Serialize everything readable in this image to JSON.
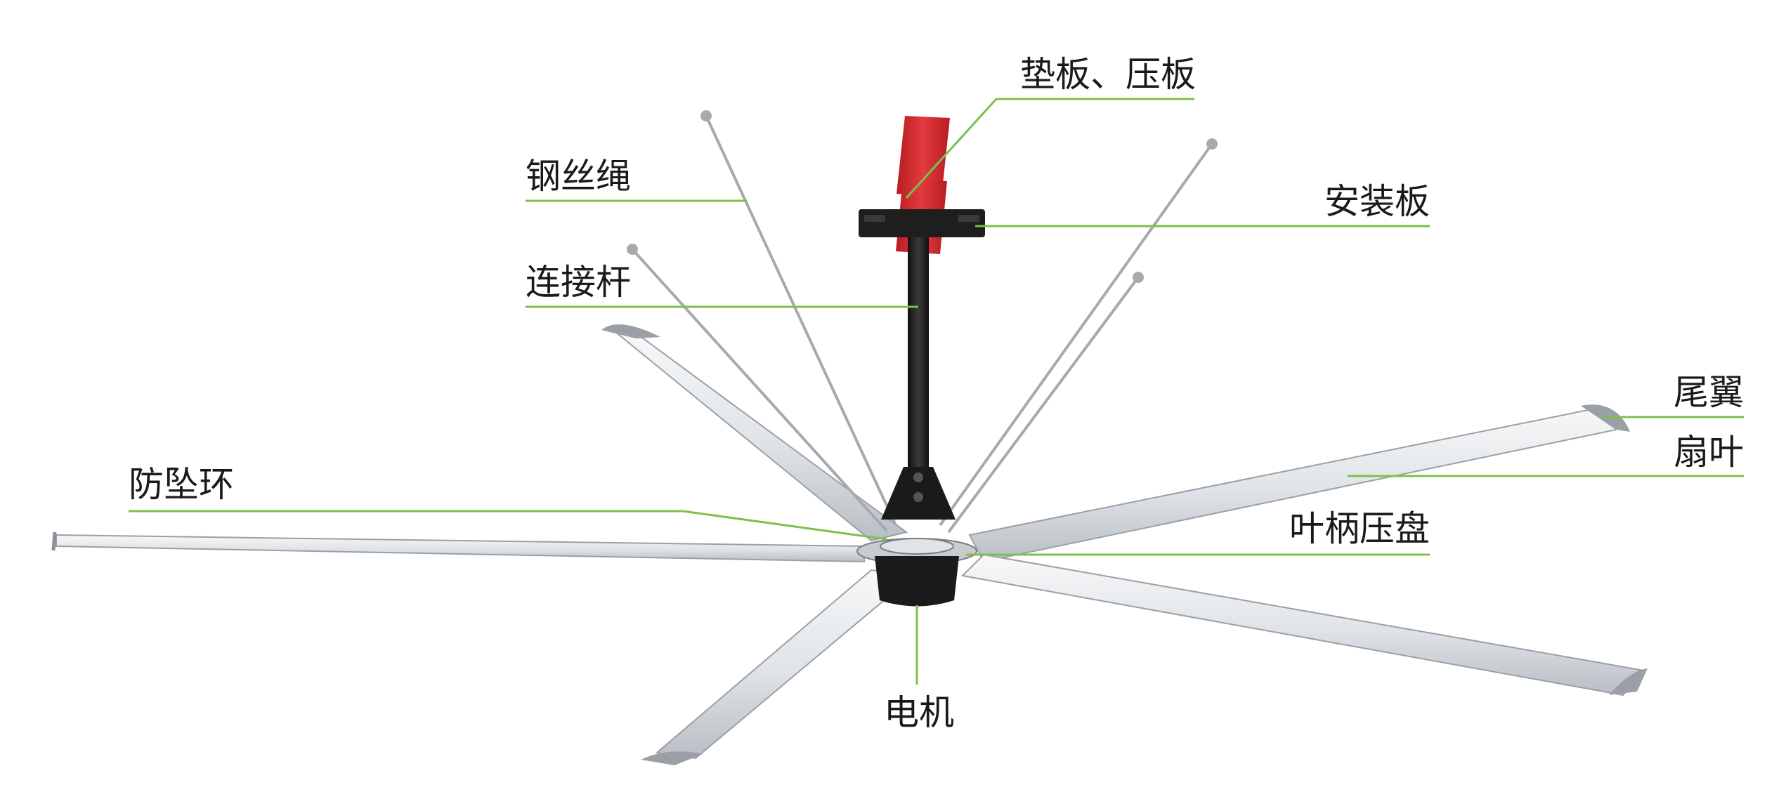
{
  "labels": {
    "pad_press_plate": "垫板、压板",
    "wire_rope": "钢丝绳",
    "mount_plate": "安装板",
    "connect_rod": "连接杆",
    "tail_wing": "尾翼",
    "blade": "扇叶",
    "anti_fall_ring": "防坠环",
    "hub_press_disc": "叶柄压盘",
    "motor": "电机"
  },
  "colors": {
    "leader": "#7cc04a",
    "bracket": "#d3262b",
    "rod": "#222222",
    "blade_light": "#f2f4f6",
    "blade_mid": "#dde1e5",
    "blade_dark": "#b9bfc5",
    "cap": "#9aa0a6",
    "wire": "#a6a9ad",
    "text": "#1a1a1a"
  }
}
